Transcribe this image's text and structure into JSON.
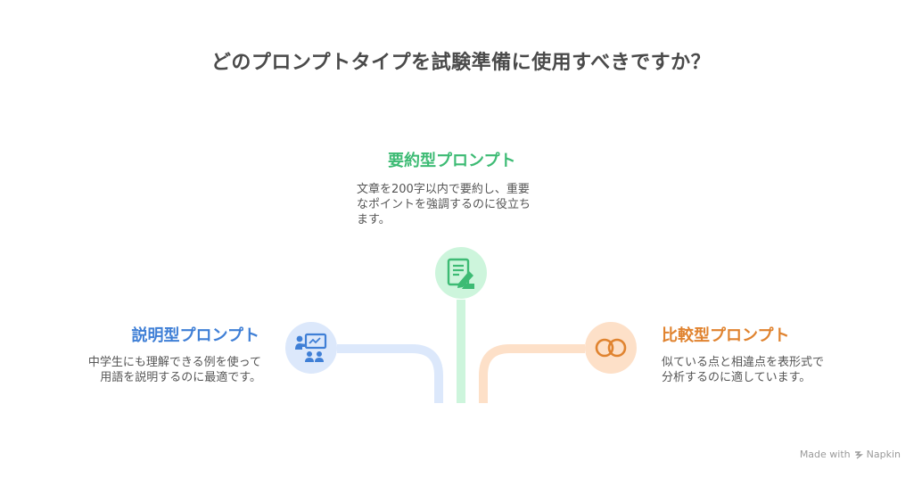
{
  "title": "どのプロンプトタイプを試験準備に使用すべきですか？",
  "colors": {
    "summary_accent": "#3dbb74",
    "summary_light": "#cdf5dc",
    "explain_accent": "#3f7fd6",
    "explain_light": "#dce8fb",
    "compare_accent": "#e0832f",
    "compare_light": "#fde0c8"
  },
  "summary": {
    "heading": "要約型プロンプト",
    "desc_lines": [
      "文章を200字以内で要約し、重要",
      "なポイントを強調するのに役立ち",
      "ます。"
    ],
    "icon": "document-pen-icon"
  },
  "explain": {
    "heading": "説明型プロンプト",
    "desc_lines": [
      "中学生にも理解できる例を使って",
      "用語を説明するのに最適です。"
    ],
    "icon": "teacher-board-icon"
  },
  "compare": {
    "heading": "比較型プロンプト",
    "desc_lines": [
      "似ている点と相違点を表形式で",
      "分析するのに適しています。"
    ],
    "icon": "overlapping-rings-icon"
  },
  "watermark": {
    "prefix": "Made with",
    "brand": "Napkin",
    "icon": "napkin-logo-icon"
  }
}
